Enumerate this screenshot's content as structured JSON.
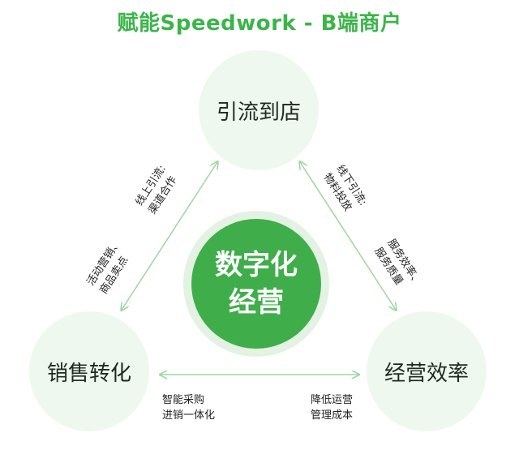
{
  "title": "赋能Speedwork - B端商户",
  "nodes": {
    "top": "引流到店",
    "left": "销售转化",
    "right": "经营效率"
  },
  "center": {
    "line1": "数字化",
    "line2": "经营"
  },
  "edges": {
    "top_left_outer": [
      "线上引流:",
      "渠道合作"
    ],
    "top_left_inner": [
      "活动营销、",
      "商品卖点"
    ],
    "top_right_outer": [
      "线下引流:",
      "物料投放"
    ],
    "top_right_inner": [
      "服务效率、",
      "服务质量"
    ],
    "bottom_left": [
      "智能采购",
      "进销一体化"
    ],
    "bottom_right": [
      "降低运营",
      "管理成本"
    ]
  },
  "colors": {
    "accent": "#3bb54a",
    "center_fill": "#3fae4a",
    "node_fill": "#eef8ee",
    "arrow": "#9dd6a0"
  }
}
